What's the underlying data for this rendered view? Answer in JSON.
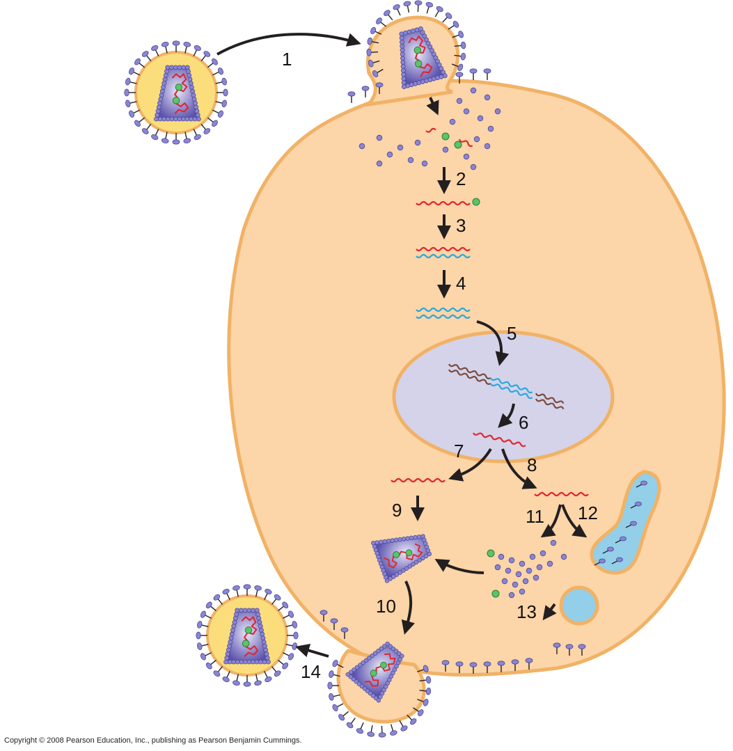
{
  "colors": {
    "cytoplasm": "#fcd5a8",
    "membrane": "#f1b266",
    "nucleus": "#d4d3ea",
    "er": "#93cfe8",
    "virion_core": "#fbde7b",
    "capsid": "#6a63b8",
    "protein": "#8a86cf",
    "rna": "#e0262f",
    "dna_cdna": "#2aa8dc",
    "host_dna": "#7a4a3c",
    "enzyme": "#5bc468",
    "arrow": "#231f20"
  },
  "steps": [
    "1",
    "2",
    "3",
    "4",
    "5",
    "6",
    "7",
    "8",
    "9",
    "10",
    "11",
    "12",
    "13",
    "14"
  ],
  "copyright": "Copyright © 2008 Pearson Education, Inc., publishing as Pearson Benjamin Cummings."
}
